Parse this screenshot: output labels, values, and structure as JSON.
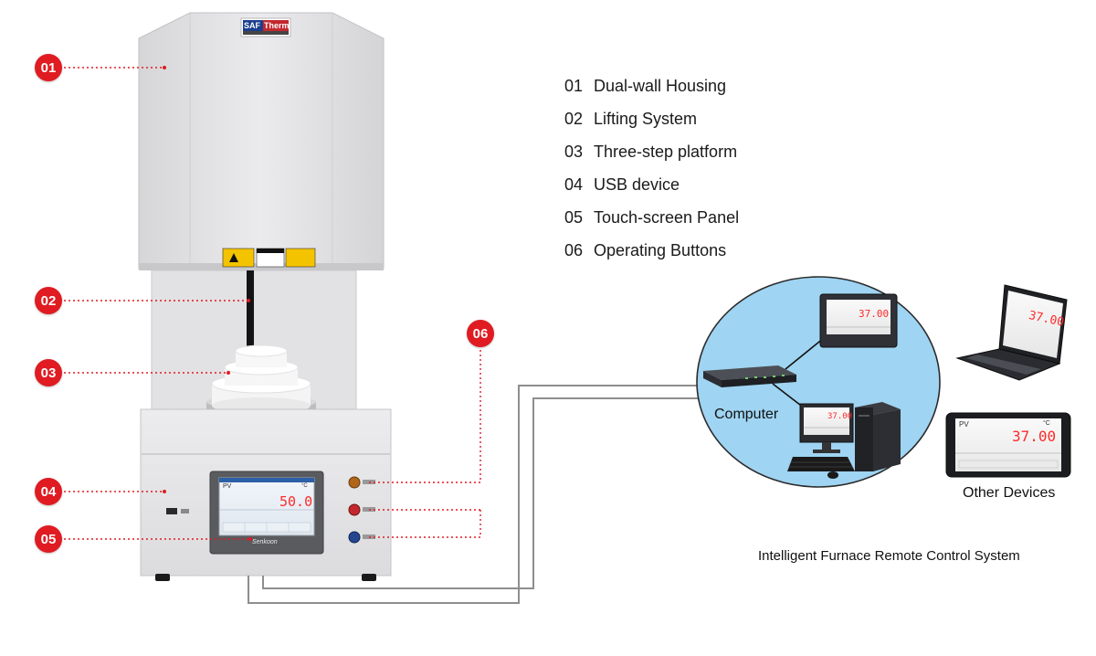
{
  "brand": {
    "name": "SAFTherm",
    "letter_a": "SAF",
    "letter_b": "Therm",
    "tagline": ""
  },
  "panel": {
    "pv_label": "PV",
    "pv_value": "50.0",
    "unit": "°C",
    "maker": "Senkoon"
  },
  "callouts": [
    {
      "id": "01",
      "label": "Dual-wall Housing"
    },
    {
      "id": "02",
      "label": "Lifting System"
    },
    {
      "id": "03",
      "label": "Three-step platform"
    },
    {
      "id": "04",
      "label": "USB device"
    },
    {
      "id": "05",
      "label": "Touch-screen Panel"
    },
    {
      "id": "06",
      "label": "Operating Buttons"
    }
  ],
  "remote": {
    "computer_label": "Computer",
    "other_devices_label": "Other Devices",
    "system_caption": "Intelligent Furnace Remote Control System",
    "device_value": "37.00",
    "device_pv": "PV",
    "device_unit": "°C"
  },
  "colors": {
    "callout_red": "#e01b22",
    "bubble_blue": "#9fd4f2",
    "housing_gray": "#e4e4e6",
    "led_red": "#ff2a2a"
  }
}
